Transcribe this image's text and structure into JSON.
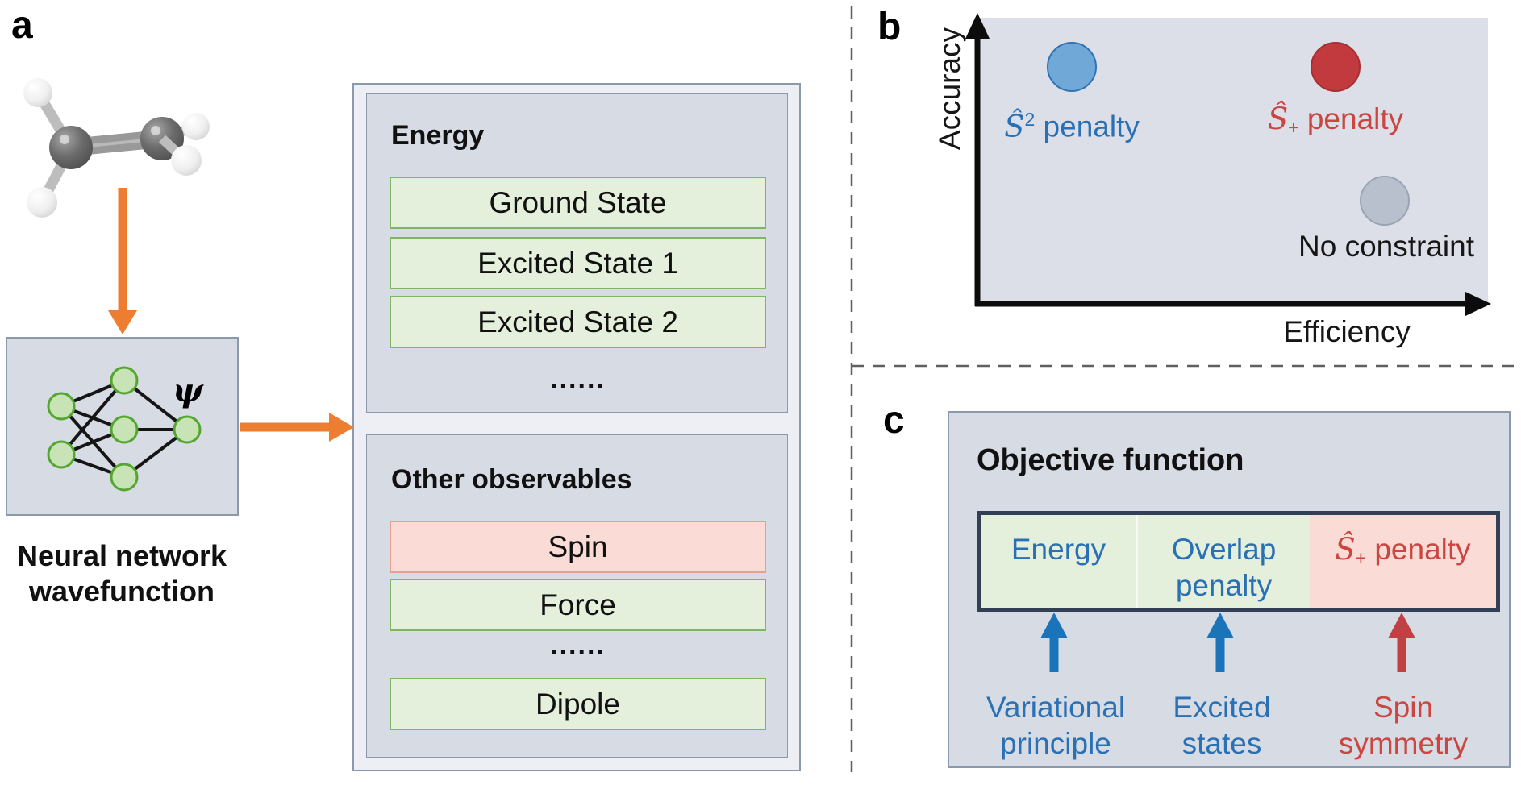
{
  "panel_a": {
    "label": "a",
    "molecule_icon": "ethylene-ball-and-stick-model",
    "psi_symbol": "ψ",
    "nn_caption": "Neural network wavefunction",
    "energy_box": {
      "title": "Energy",
      "rows": [
        "Ground State",
        "Excited State 1",
        "Excited State 2",
        "......"
      ]
    },
    "observables_box": {
      "title": "Other observables",
      "rows": [
        "Spin",
        "Force",
        "......",
        "Dipole"
      ]
    }
  },
  "panel_b": {
    "label": "b",
    "y_axis_label": "Accuracy",
    "x_axis_label": "Efficiency",
    "points": [
      {
        "id": "s2-penalty",
        "symbol": "Ŝ",
        "sup": "2",
        "rest": " penalty"
      },
      {
        "id": "splus-penalty",
        "symbol": "Ŝ",
        "sub": "+",
        "rest": " penalty"
      },
      {
        "id": "no-constraint",
        "label": "No constraint"
      }
    ]
  },
  "panel_c": {
    "label": "c",
    "title": "Objective function",
    "segments": [
      {
        "label": "Energy"
      },
      {
        "label": "Overlap penalty"
      },
      {
        "symbol": "Ŝ",
        "sub": "+",
        "rest": " penalty"
      }
    ],
    "annotations": [
      {
        "label": "Variational principle"
      },
      {
        "label": "Excited states"
      },
      {
        "label": "Spin symmetry"
      }
    ]
  },
  "chart_data": {
    "type": "scatter",
    "title": "",
    "xlabel": "Efficiency",
    "ylabel": "Accuracy",
    "axis_style": "arrow axes, no ticks, qualitative",
    "points": [
      {
        "label": "Ŝ² penalty",
        "x": 0.18,
        "y": 0.83,
        "color": "#70a9d8"
      },
      {
        "label": "Ŝ+ penalty",
        "x": 0.7,
        "y": 0.83,
        "color": "#c23a3d"
      },
      {
        "label": "No constraint",
        "x": 0.8,
        "y": 0.36,
        "color": "#b9c0cd"
      }
    ]
  },
  "colors": {
    "accent_orange": "#ed7d31",
    "blue_text": "#2a70b4",
    "red_text": "#cc4540",
    "green_fill": "#e5f0dc",
    "pink_fill": "#fadbd5",
    "panel_fill": "#d7dbe4",
    "navy_border": "#333f55"
  }
}
